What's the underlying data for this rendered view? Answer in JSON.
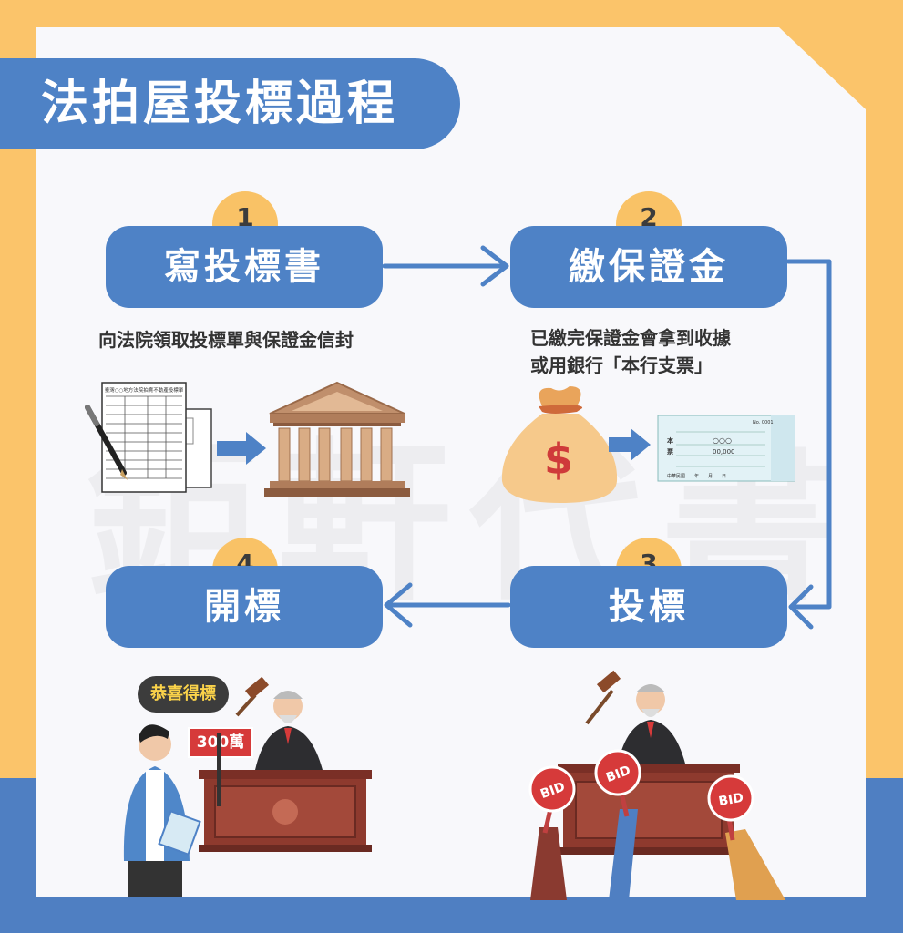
{
  "title": "法拍屋投標過程",
  "watermark": "鉅軒代書",
  "steps": [
    {
      "num": "1",
      "label": "寫投標書",
      "desc": "向法院領取投標單與保證金信封"
    },
    {
      "num": "2",
      "label": "繳保證金",
      "desc_line1": "已繳完保證金會拿到收據",
      "desc_line2": "或用銀行「本行支票」"
    },
    {
      "num": "3",
      "label": "投標"
    },
    {
      "num": "4",
      "label": "開標"
    }
  ],
  "form_header": "臺灣○○地方法院拍賣不動產投標單",
  "check": {
    "l1": "本",
    "l2": "票",
    "payee_line": "○○○",
    "amount": "00,000",
    "no": "No. 0001",
    "date": "中華民國　　年　　月　　日"
  },
  "dollar_sign": "$",
  "bubble": "恭喜得標",
  "price_sign": "300萬",
  "bid_paddles": [
    "BID",
    "BID",
    "BID"
  ],
  "colors": {
    "blue": "#4e82c6",
    "yellow": "#fbc46a",
    "badge": "#f9c266",
    "arrow": "#4e82c6"
  },
  "icons": [
    "document-icon",
    "pen-icon",
    "envelope-icon",
    "courthouse-icon",
    "money-bag-icon",
    "check-icon",
    "gavel-icon",
    "judge-icon",
    "bid-paddle-icon"
  ]
}
